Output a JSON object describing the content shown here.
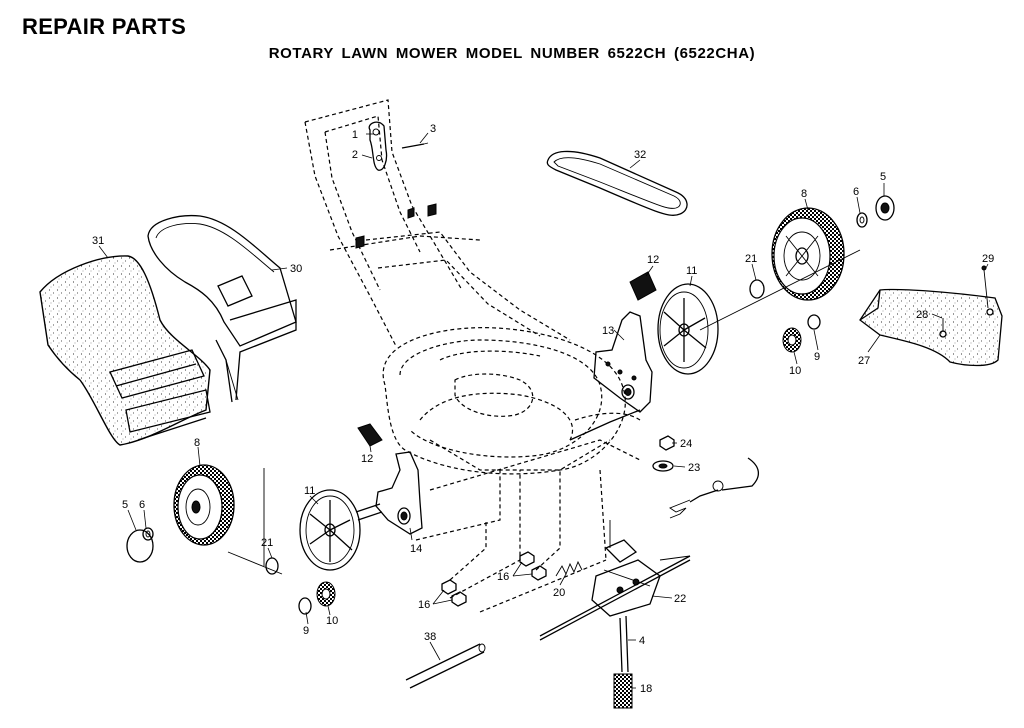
{
  "header": {
    "title": "REPAIR PARTS",
    "subtitle": "ROTARY LAWN MOWER MODEL NUMBER 6522CH (6522CHA)"
  },
  "callouts": [
    {
      "id": "c1",
      "text": "1"
    },
    {
      "id": "c2",
      "text": "2"
    },
    {
      "id": "c3",
      "text": "3"
    },
    {
      "id": "c32",
      "text": "32"
    },
    {
      "id": "c5r",
      "text": "5"
    },
    {
      "id": "c6r",
      "text": "6"
    },
    {
      "id": "c8r",
      "text": "8"
    },
    {
      "id": "c31",
      "text": "31"
    },
    {
      "id": "c30",
      "text": "30"
    },
    {
      "id": "c12r",
      "text": "12"
    },
    {
      "id": "c11r",
      "text": "11"
    },
    {
      "id": "c21r",
      "text": "21"
    },
    {
      "id": "c29",
      "text": "29"
    },
    {
      "id": "c28",
      "text": "28"
    },
    {
      "id": "c27",
      "text": "27"
    },
    {
      "id": "c13",
      "text": "13"
    },
    {
      "id": "c9r",
      "text": "9"
    },
    {
      "id": "c10r",
      "text": "10"
    },
    {
      "id": "c24",
      "text": "24"
    },
    {
      "id": "c23",
      "text": "23"
    },
    {
      "id": "c8l",
      "text": "8"
    },
    {
      "id": "c12l",
      "text": "12"
    },
    {
      "id": "c5l",
      "text": "5"
    },
    {
      "id": "c6l",
      "text": "6"
    },
    {
      "id": "c11l",
      "text": "11"
    },
    {
      "id": "c14",
      "text": "14"
    },
    {
      "id": "c21l",
      "text": "21"
    },
    {
      "id": "c16a",
      "text": "16"
    },
    {
      "id": "c16b",
      "text": "16"
    },
    {
      "id": "c20",
      "text": "20"
    },
    {
      "id": "c22",
      "text": "22"
    },
    {
      "id": "c9l",
      "text": "9"
    },
    {
      "id": "c10l",
      "text": "10"
    },
    {
      "id": "c4",
      "text": "4"
    },
    {
      "id": "c38",
      "text": "38"
    },
    {
      "id": "c18",
      "text": "18"
    }
  ]
}
